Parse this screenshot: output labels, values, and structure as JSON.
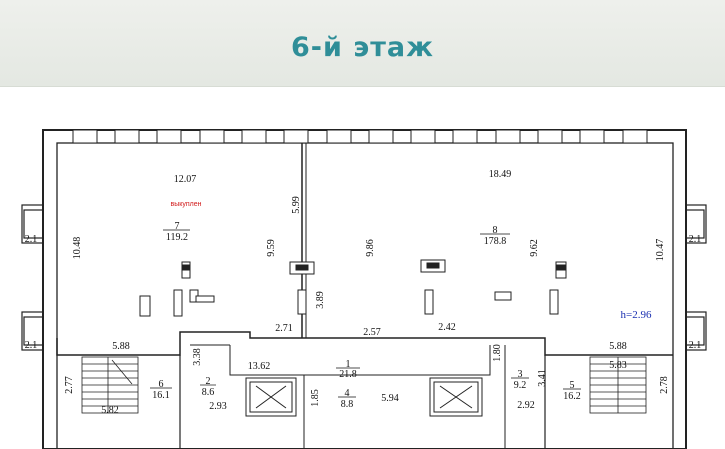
{
  "header": {
    "title": "6-й этаж"
  },
  "plan": {
    "rooms": [
      {
        "number": "7",
        "area": "119.2"
      },
      {
        "number": "8",
        "area": "178.8"
      },
      {
        "number": "1",
        "area": "21.8"
      },
      {
        "number": "2",
        "area": "8.6"
      },
      {
        "number": "3",
        "area": "9.2"
      },
      {
        "number": "4",
        "area": "8.8"
      },
      {
        "number": "5",
        "area": "16.2"
      },
      {
        "number": "6",
        "area": "16.1"
      }
    ],
    "stamp": "выкуплен",
    "height_note": "h=2.96",
    "dimensions": {
      "d12_07": "12.07",
      "d18_49": "18.49",
      "d10_48": "10.48",
      "d10_47": "10.47",
      "d5_99": "5.99",
      "d9_59": "9.59",
      "d9_86": "9.86",
      "d9_62": "9.62",
      "d3_89": "3.89",
      "d2_71": "2.71",
      "d2_57": "2.57",
      "d2_42": "2.42",
      "d5_88_left": "5.88",
      "d5_88_right": "5.88",
      "d13_62": "13.62",
      "d3_38": "3.38",
      "d1_80": "1.80",
      "d3_41": "3.41",
      "d2_93": "2.93",
      "d2_92": "2.92",
      "d1_85": "1.85",
      "d5_94": "5.94",
      "d5_82": "5.82",
      "d5_83": "5.83",
      "d2_77": "2.77",
      "d2_78": "2.78",
      "d2_1_a": "2.1",
      "d2_1_b": "2.1",
      "d2_1_c": "2.1",
      "d2_1_d": "2.1"
    }
  },
  "colors": {
    "title": "#2f8e98",
    "stamp": "#d11a1a",
    "height_note": "#1a2fb0"
  }
}
